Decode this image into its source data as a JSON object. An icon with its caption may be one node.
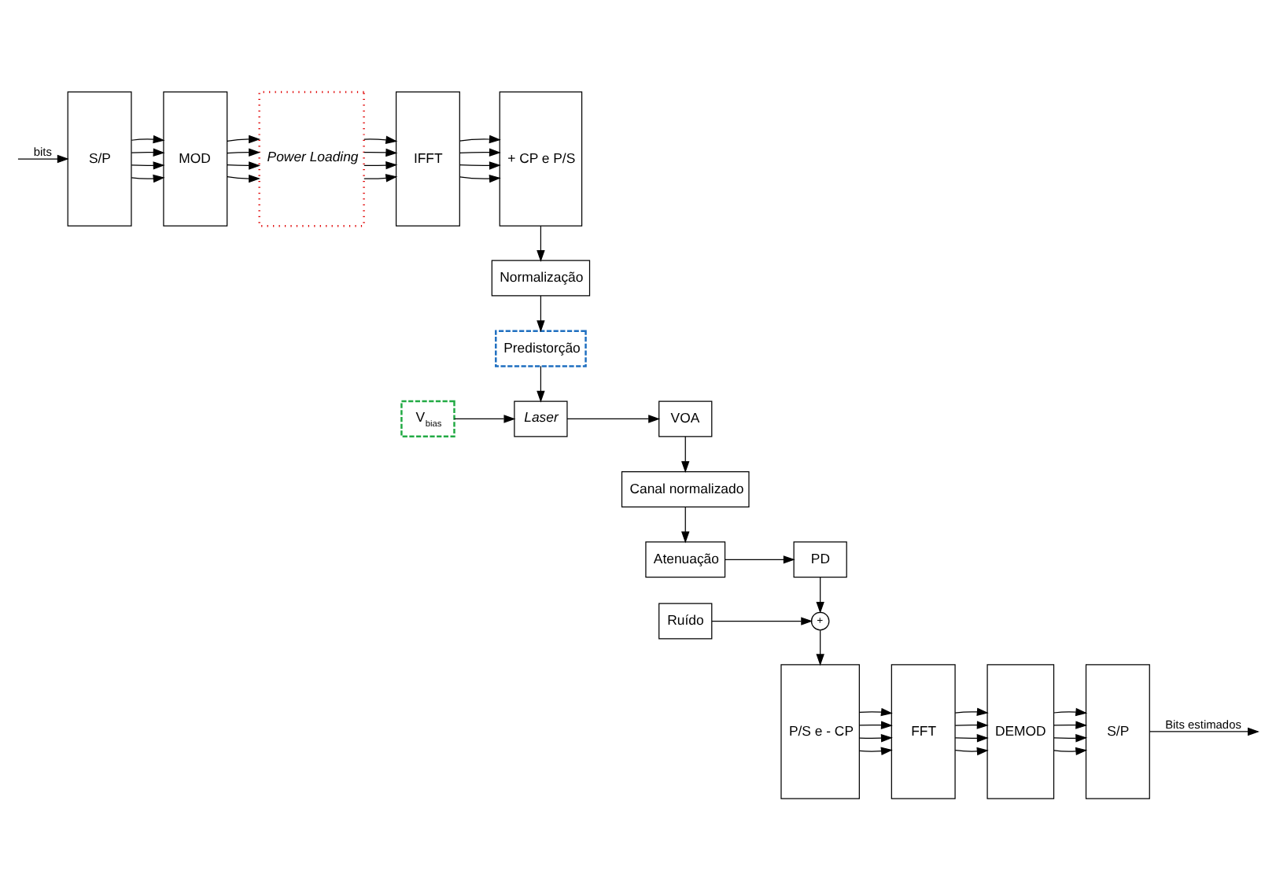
{
  "diagram": {
    "nodes": [
      {
        "text": [
          "S/P"
        ]
      },
      {
        "text": [
          "MOD"
        ]
      },
      {
        "text": [
          "Power Loading"
        ]
      },
      {
        "text": [
          "IFFT"
        ]
      },
      {
        "text": [
          "+ CP e P/S"
        ]
      },
      {
        "text": [
          "Normalização"
        ]
      },
      {
        "text": [
          "Predistorção"
        ]
      },
      {
        "text": [
          "Laser"
        ]
      },
      {
        "text": [
          "V$_{bias}$"
        ]
      },
      {
        "text": [
          "VOA"
        ]
      },
      {
        "text": [
          "Canal normalizado"
        ]
      },
      {
        "text": [
          "Atenuação"
        ]
      },
      {
        "text": [
          "PD"
        ]
      },
      {
        "text": [
          "+"
        ]
      },
      {
        "text": [
          "Ruído"
        ]
      },
      {
        "text": [
          "P/S e - CP"
        ]
      },
      {
        "text": [
          "FFT"
        ]
      },
      {
        "text": [
          "DEMOD"
        ]
      },
      {
        "text": [
          "S/P"
        ]
      }
    ],
    "edges": [
      {
        "from": null,
        "to": 0,
        "arrow": "to",
        "label": "bits"
      },
      {
        "from": 0,
        "to": 1,
        "arrow": "to"
      },
      {
        "from": 0,
        "to": 1,
        "arrow": "to"
      },
      {
        "from": 0,
        "to": 1,
        "arrow": "to"
      },
      {
        "from": 0,
        "to": 1,
        "arrow": "to"
      },
      {
        "from": 1,
        "to": 2,
        "arrow": "to"
      },
      {
        "from": 1,
        "to": 2,
        "arrow": "to"
      },
      {
        "from": 1,
        "to": 2,
        "arrow": "to"
      },
      {
        "from": 1,
        "to": 2,
        "arrow": "to"
      },
      {
        "from": 2,
        "to": 3,
        "arrow": "to"
      },
      {
        "from": 2,
        "to": 3,
        "arrow": "to"
      },
      {
        "from": 2,
        "to": 3,
        "arrow": "to"
      },
      {
        "from": 2,
        "to": 3,
        "arrow": "to"
      },
      {
        "from": 3,
        "to": 4,
        "arrow": "to"
      },
      {
        "from": 3,
        "to": 4,
        "arrow": "to"
      },
      {
        "from": 3,
        "to": 4,
        "arrow": "to"
      },
      {
        "from": 3,
        "to": 4,
        "arrow": "to"
      },
      {
        "from": 4,
        "to": 5,
        "arrow": "to"
      },
      {
        "from": 5,
        "to": 6,
        "arrow": "to"
      },
      {
        "from": 6,
        "to": 7,
        "arrow": "to"
      },
      {
        "from": 8,
        "to": 7,
        "arrow": "to"
      },
      {
        "from": 7,
        "to": 9,
        "arrow": "to"
      },
      {
        "from": 9,
        "to": 10,
        "arrow": "to"
      },
      {
        "from": 10,
        "to": 11,
        "arrow": "to"
      },
      {
        "from": 11,
        "to": 12,
        "arrow": "to"
      },
      {
        "from": 12,
        "to": 13,
        "arrow": "to"
      },
      {
        "from": 14,
        "to": 13,
        "arrow": "to"
      },
      {
        "from": 13,
        "to": 15,
        "arrow": "to"
      },
      {
        "from": 15,
        "to": 16,
        "arrow": "to"
      },
      {
        "from": 15,
        "to": 16,
        "arrow": "to"
      },
      {
        "from": 15,
        "to": 16,
        "arrow": "to"
      },
      {
        "from": 15,
        "to": 16,
        "arrow": "to"
      },
      {
        "from": 16,
        "to": 17,
        "arrow": "to"
      },
      {
        "from": 16,
        "to": 17,
        "arrow": "to"
      },
      {
        "from": 16,
        "to": 17,
        "arrow": "to"
      },
      {
        "from": 16,
        "to": 17,
        "arrow": "to"
      },
      {
        "from": 17,
        "to": 18,
        "arrow": "to"
      },
      {
        "from": 17,
        "to": 18,
        "arrow": "to"
      },
      {
        "from": 17,
        "to": 18,
        "arrow": "to"
      },
      {
        "from": 17,
        "to": 18,
        "arrow": "to"
      },
      {
        "from": 18,
        "to": null,
        "arrow": "to",
        "label": "Bits estimados"
      }
    ]
  }
}
